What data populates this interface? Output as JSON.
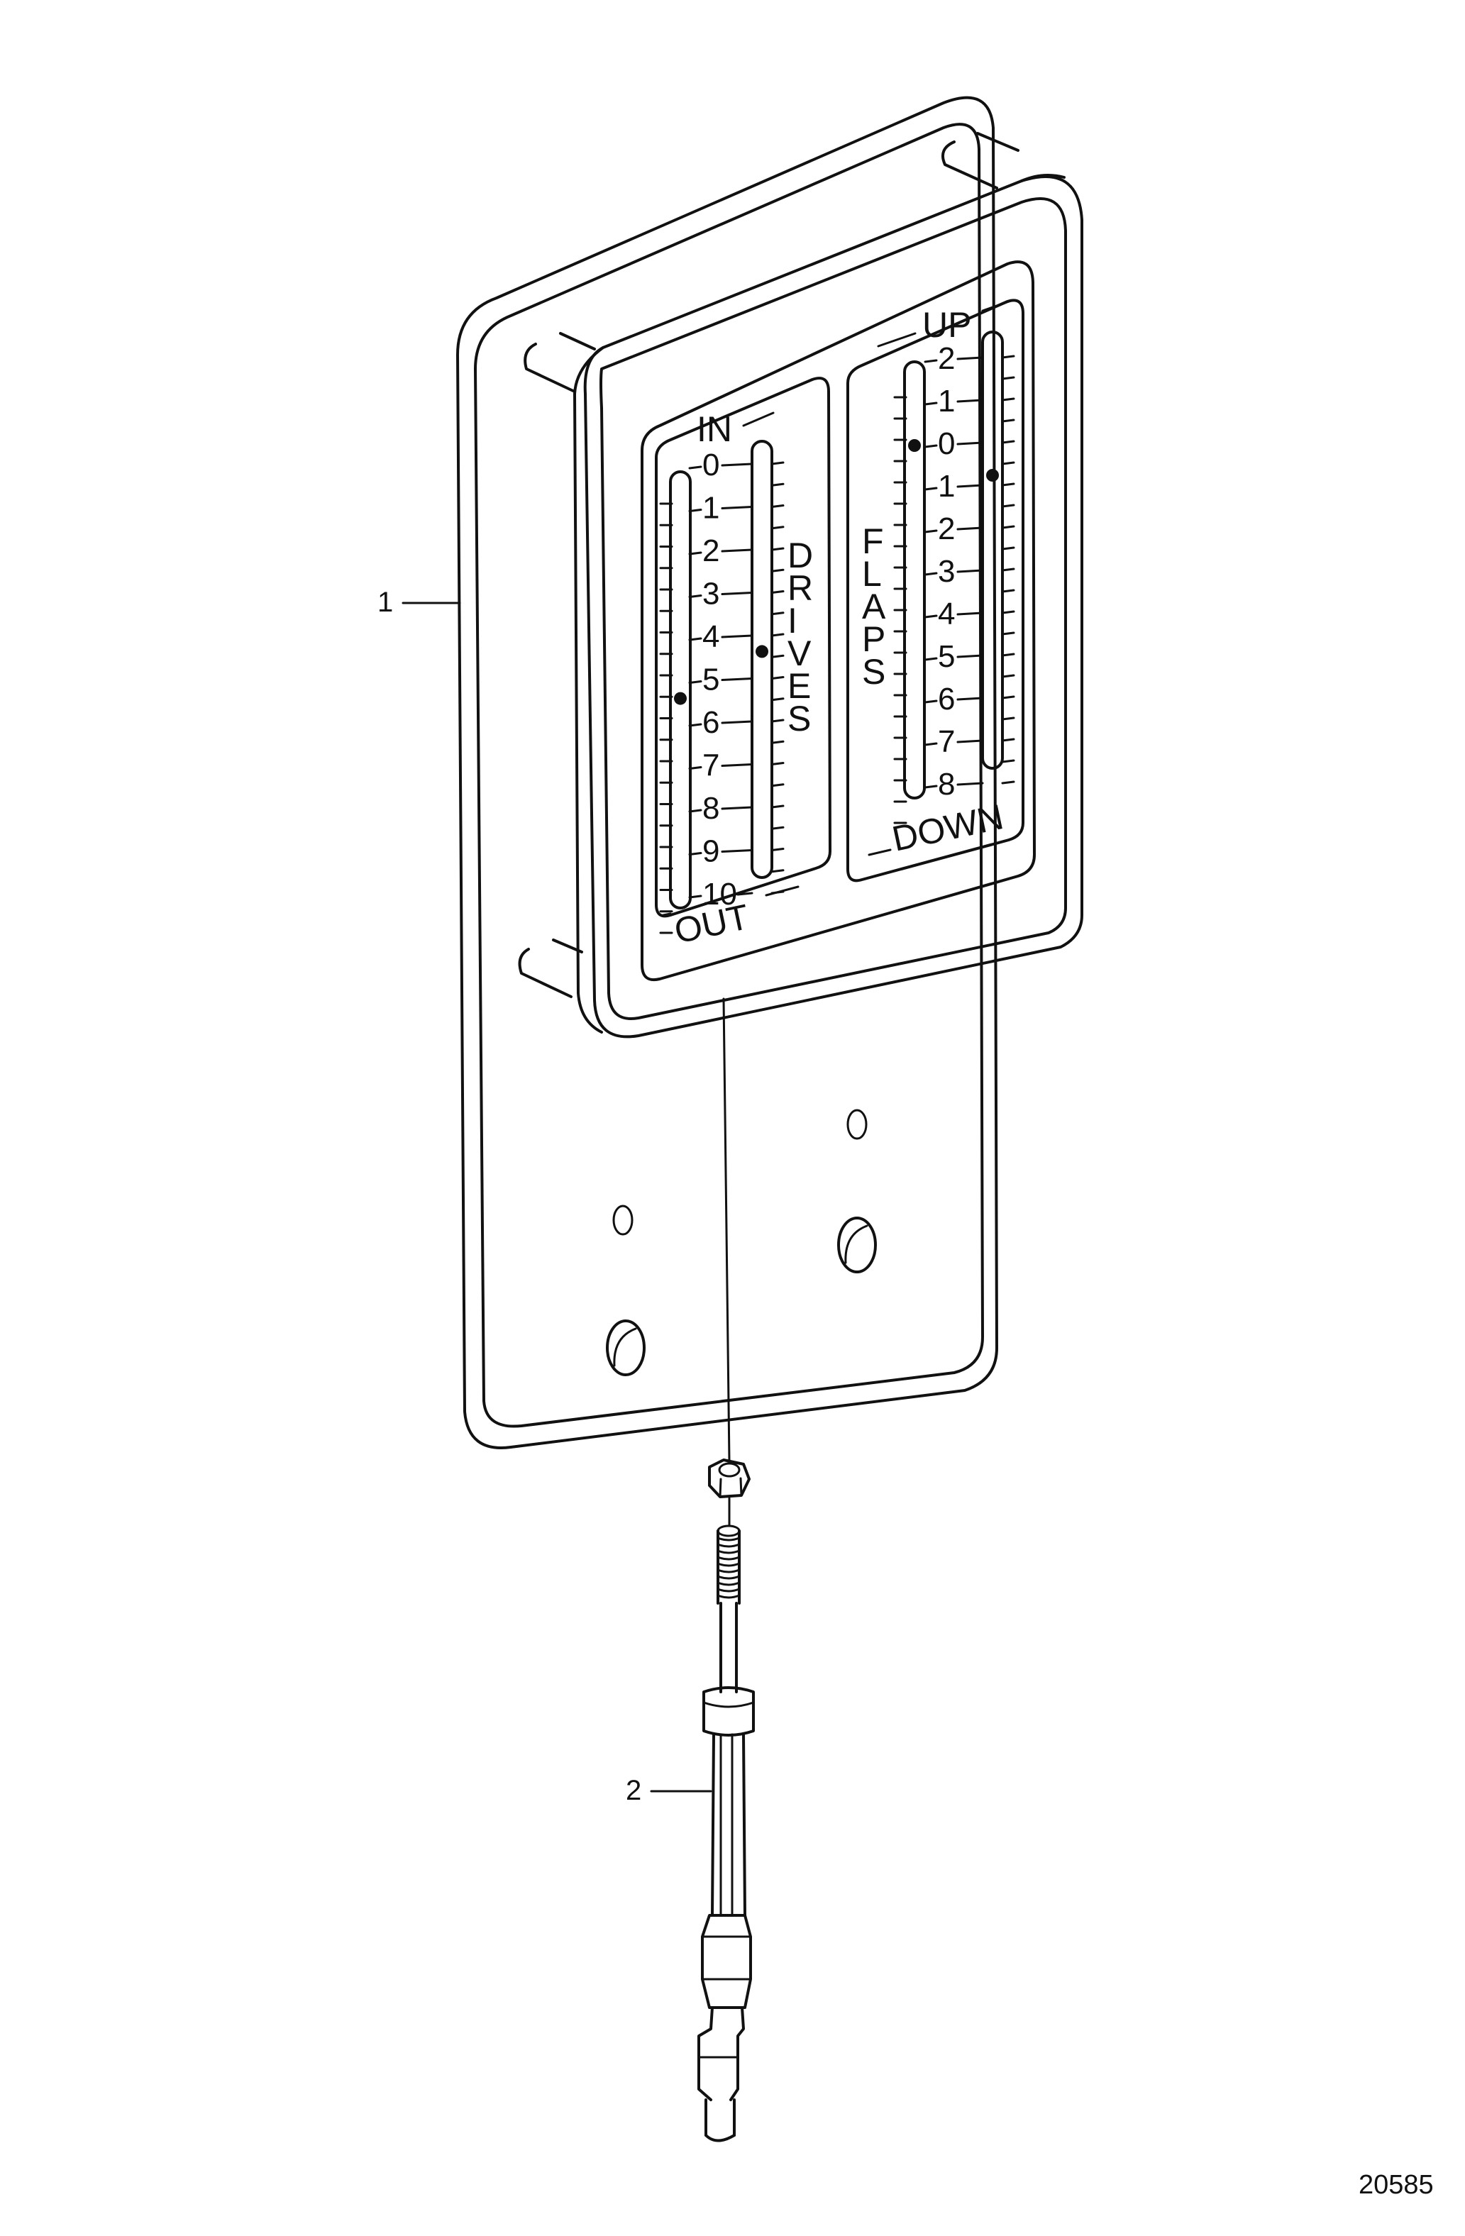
{
  "figure_number": "20585",
  "callouts": [
    {
      "label": "1",
      "part": "indicator panel"
    },
    {
      "label": "2",
      "part": "control cable"
    }
  ],
  "drives_gauge": {
    "top_label": "IN",
    "bottom_label": "OUT",
    "word": "DRIVES",
    "ticks": [
      "0",
      "1",
      "2",
      "3",
      "4",
      "5",
      "6",
      "7",
      "8",
      "9",
      "10"
    ],
    "left_needle_value": 5.2,
    "right_needle_value": 4.8
  },
  "flaps_gauge": {
    "top_label": "UP",
    "bottom_label": "DOWN",
    "word": "FLAPS",
    "ticks": [
      "2",
      "1",
      "0",
      "1",
      "2",
      "3",
      "4",
      "5",
      "6",
      "7",
      "8"
    ],
    "left_needle_value": 0,
    "right_needle_value": 1
  }
}
